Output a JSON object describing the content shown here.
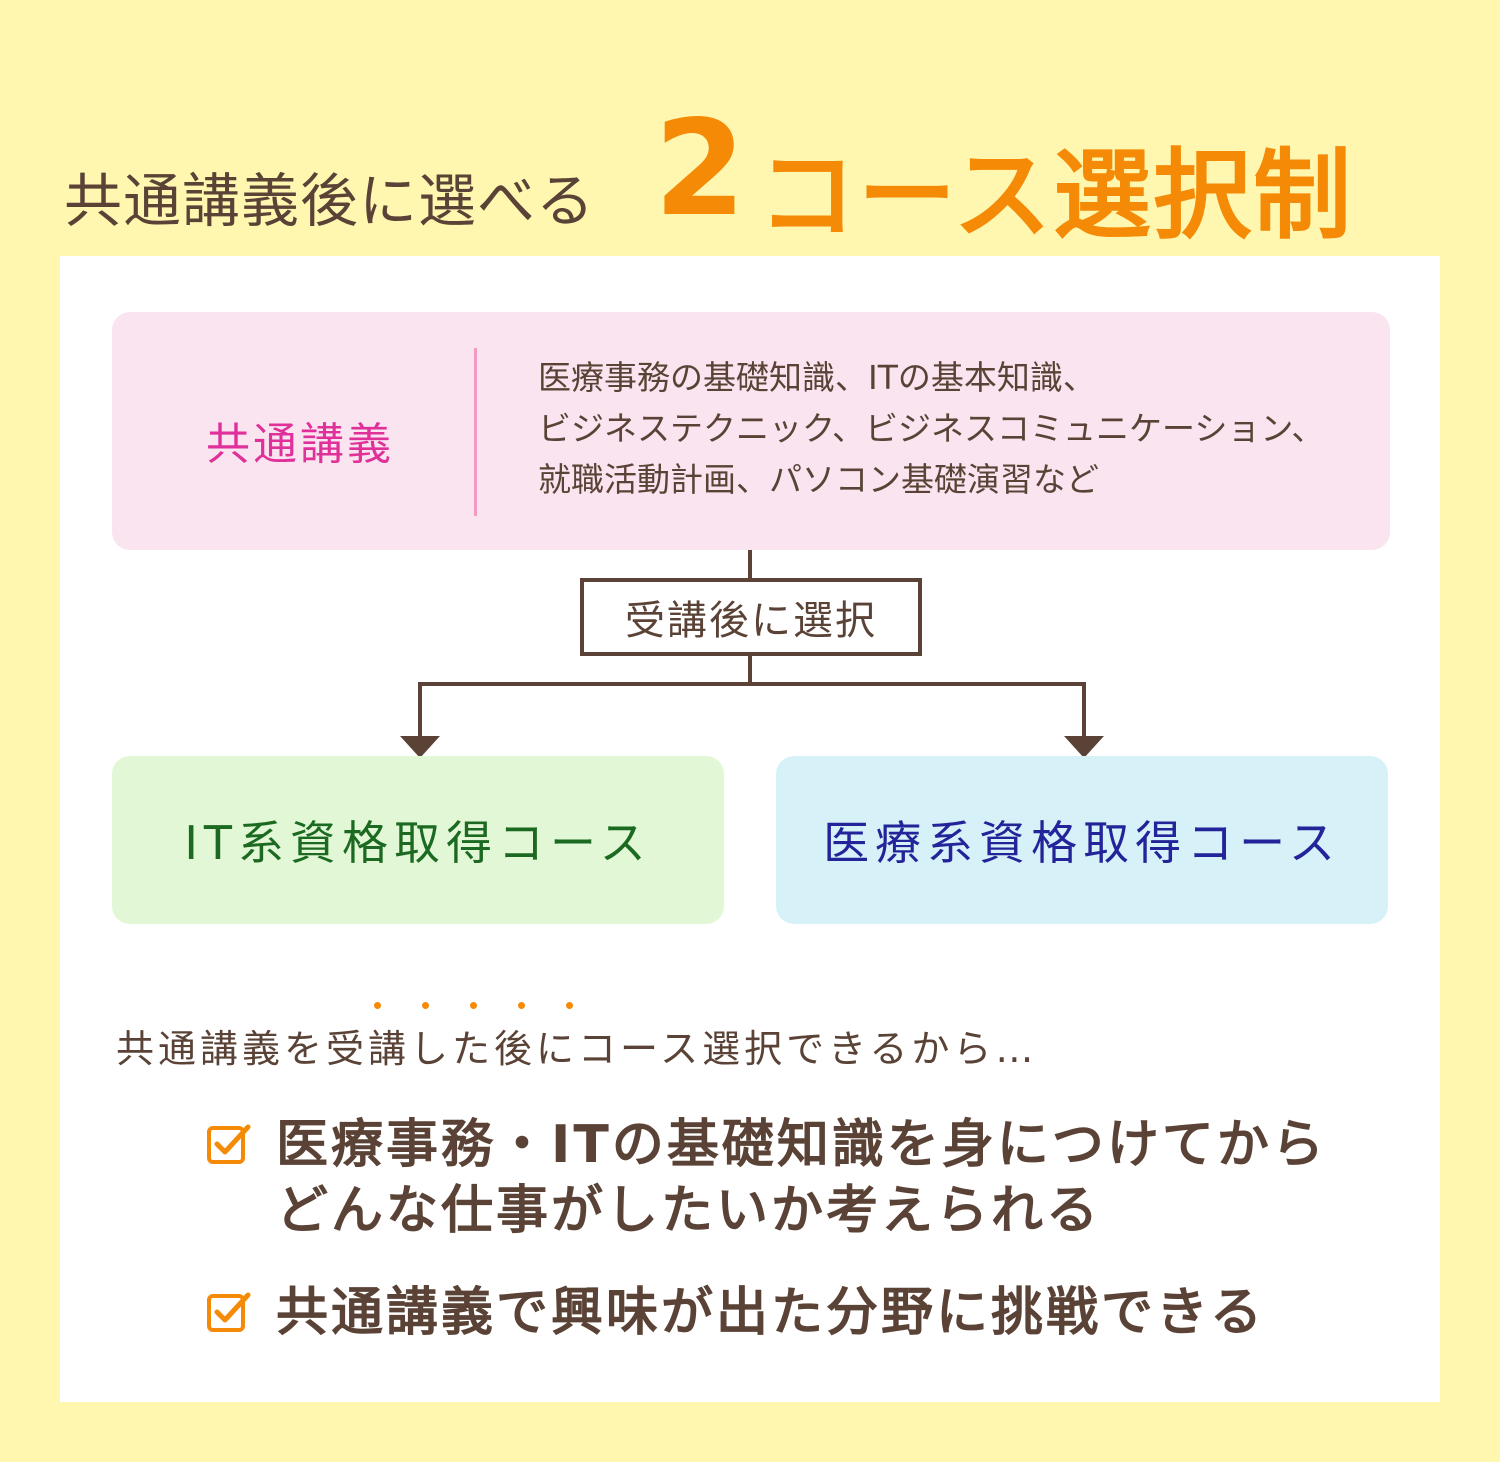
{
  "headline": {
    "lead": "共通講義後に選べる",
    "number": "2",
    "rest": "コース選択制"
  },
  "common_lecture": {
    "label": "共通講義",
    "description_lines": [
      "医療事務の基礎知識、ITの基本知識、",
      "ビジネステクニック、ビジネスコミュニケーション、",
      "就職活動計画、パソコン基礎演習など"
    ]
  },
  "select_step": {
    "label": "受講後に選択"
  },
  "courses": [
    {
      "label": "IT系資格取得コース"
    },
    {
      "label": "医療系資格取得コース"
    }
  ],
  "intro": {
    "text": "共通講義を受講した後にコース選択できるから…"
  },
  "benefits": [
    {
      "lines": [
        "医療事務・ITの基礎知識を身につけてから",
        "どんな仕事がしたいか考えられる"
      ],
      "icon": "checkbox-icon"
    },
    {
      "lines": [
        "共通講義で興味が出た分野に挑戦できる"
      ],
      "icon": "checkbox-icon"
    }
  ],
  "colors": {
    "background": "#fff7b0",
    "accent_orange": "#f58a07",
    "text_brown": "#5a4336",
    "common_bg": "#fae4ef",
    "common_label": "#e0309a",
    "it_bg": "#e1f7d6",
    "it_text": "#1c6a21",
    "medical_bg": "#d7f1f9",
    "medical_text": "#23249a"
  }
}
